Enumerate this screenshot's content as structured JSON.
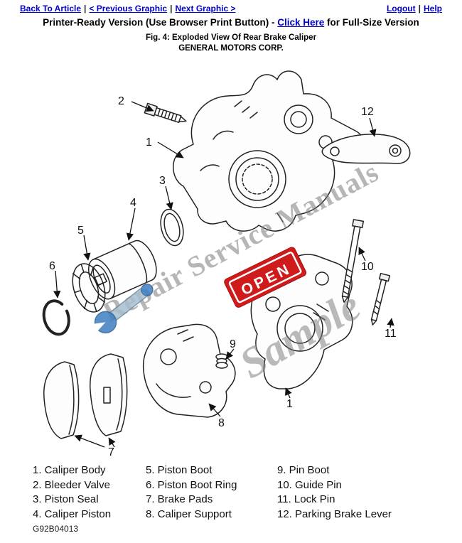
{
  "colors": {
    "link_blue": "#0000cc",
    "watermark_gray": "#7a7a7a",
    "open_red": "#cf1b1b",
    "wrench_blue": "#3f7ec2"
  },
  "nav": {
    "back_to_article": "Back To Article",
    "previous_graphic": "< Previous Graphic",
    "next_graphic": "Next Graphic >",
    "logout": "Logout",
    "help": "Help",
    "sep": "|"
  },
  "header": {
    "printer_prefix": "Printer-Ready Version (Use Browser Print Button) - ",
    "click_here_label": "Click Here",
    "printer_suffix": " for Full-Size Version",
    "fig_caption": "Fig. 4: Exploded View Of Rear Brake Caliper",
    "company": "GENERAL MOTORS CORP."
  },
  "diagram": {
    "callouts": {
      "n1": "1",
      "n1_support": "1",
      "n2": "2",
      "n3": "3",
      "n4": "4",
      "n5": "5",
      "n6": "6",
      "n7": "7",
      "n8": "8",
      "n9": "9",
      "n10": "10",
      "n11": "11",
      "n12": "12"
    }
  },
  "watermark": {
    "brand": "Repair Service Manuals",
    "sample": "Sample",
    "open_label": "OPEN"
  },
  "legend": {
    "col1": [
      "1. Caliper Body",
      "2. Bleeder Valve",
      "3. Piston Seal",
      "4. Caliper Piston"
    ],
    "col2": [
      "5. Piston Boot",
      "6. Piston Boot Ring",
      "7. Brake Pads",
      "8. Caliper Support"
    ],
    "col3": [
      "9. Pin Boot",
      "10. Guide Pin",
      "11. Lock Pin",
      "12. Parking Brake Lever"
    ]
  },
  "footer": {
    "part_code": "G92B04013"
  }
}
